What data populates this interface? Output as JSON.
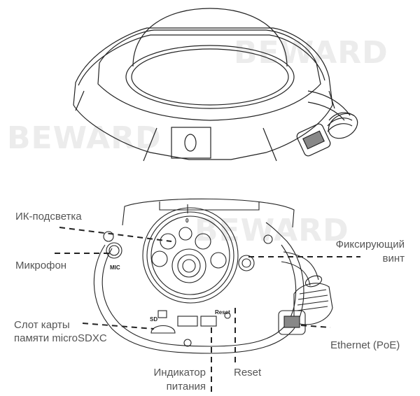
{
  "watermarks": [
    "BEWARD",
    "BEWARD",
    "BEWARD"
  ],
  "top_view": {
    "description": "Dome camera, top view"
  },
  "bottom_view": {
    "markings": {
      "mic": "MIC",
      "sd": "SD",
      "reset": "Reset",
      "dial_top": "0"
    }
  },
  "callouts": [
    {
      "id": "ir",
      "text": "ИК-подсветка"
    },
    {
      "id": "mic",
      "text": "Микрофон"
    },
    {
      "id": "sd_line1",
      "text": "Слот карты"
    },
    {
      "id": "sd_line2",
      "text": "памяти microSDXC"
    },
    {
      "id": "screw_line1",
      "text": "Фиксирующий"
    },
    {
      "id": "screw_line2",
      "text": "винт"
    },
    {
      "id": "ethernet",
      "text": "Ethernet (PoE)"
    },
    {
      "id": "power_line1",
      "text": "Индикатор"
    },
    {
      "id": "power_line2",
      "text": "питания"
    },
    {
      "id": "reset",
      "text": "Reset"
    }
  ],
  "colors": {
    "label": "#555555",
    "line": "#222222",
    "watermark": "#ececec"
  }
}
